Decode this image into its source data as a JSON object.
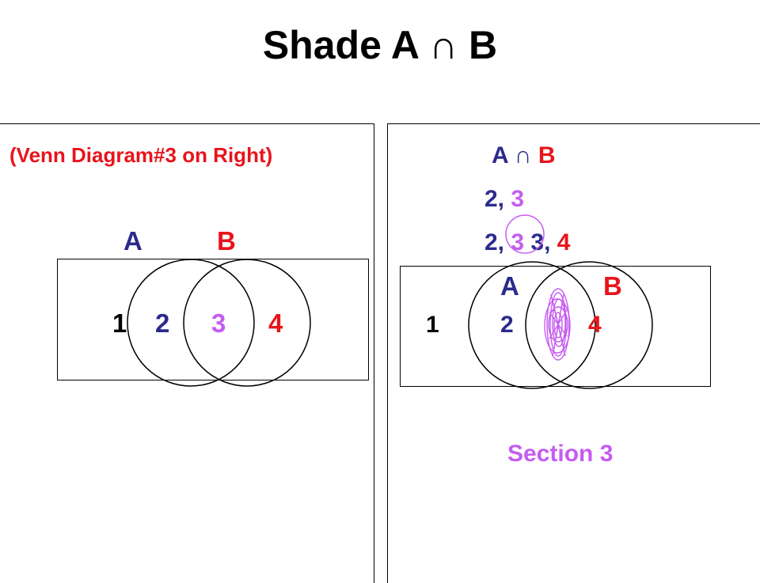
{
  "title": "Shade A ∩ B",
  "colors": {
    "navy": "#2b2b8c",
    "red": "#e8141c",
    "violet": "#c55cf0",
    "outline": "#000000"
  },
  "left_panel": {
    "note": "(Venn Diagram#3 on Right)",
    "set_a_label": "A",
    "set_b_label": "B",
    "regions": [
      "1",
      "2",
      "3",
      "4"
    ]
  },
  "right_panel": {
    "heading_a": "A",
    "heading_symbol": "∩",
    "heading_b": "B",
    "line1": {
      "a": "2, ",
      "b": "3"
    },
    "line2": {
      "a": "2, ",
      "b": "3",
      "c": " 3",
      "d": ", ",
      "e": "4"
    },
    "set_a_label": "A",
    "set_b_label": "B",
    "regions": [
      "1",
      "2",
      "4"
    ],
    "answer": "Section 3"
  }
}
